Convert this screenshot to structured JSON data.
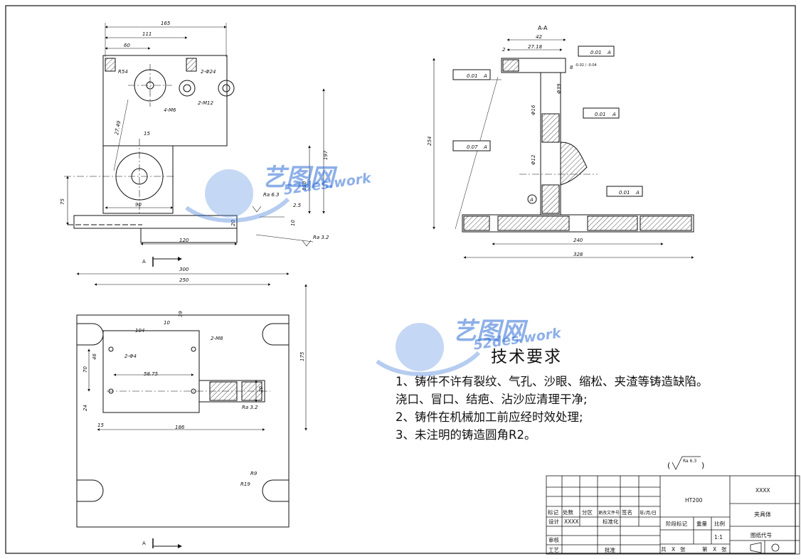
{
  "views": {
    "section_label": "A-A",
    "arrow_label_top": "A",
    "arrow_label_bottom": "A",
    "datum_label": "A"
  },
  "front_view_dims": {
    "d165": "165",
    "d111": "111",
    "d60": "60",
    "r54": "R54",
    "d2phi24": "2-Φ24",
    "d2m12": "2-M12",
    "d4m6": "4-M6",
    "d27p49": "27.49",
    "d15": "15",
    "d197": "197",
    "d120v": "120",
    "d75": "75",
    "d90": "90",
    "d120h": "120",
    "d20": "20",
    "d2p5": "2.5",
    "d10": "10",
    "ra63": "Ra 6.3",
    "ra32": "Ra 3.2"
  },
  "section_view_dims": {
    "d42": "42",
    "d27p18": "27.18",
    "d2": "2",
    "tol_a1": "0.01",
    "tol_a2": "0.01",
    "tol_a3": "0.01",
    "tol_a4": "0.07",
    "tol_a5": "0.01",
    "fit8": "8",
    "fit8_tol": "-0.02 / -0.04",
    "phi39": "Φ39",
    "phi16": "Φ16",
    "phi12": "Φ12",
    "d254": "254",
    "d240": "240",
    "d328": "328"
  },
  "plan_view_dims": {
    "d300": "300",
    "d250": "250",
    "d39": "39",
    "d104": "104",
    "d10": "10",
    "d2m8": "2-M8",
    "d2phi4": "2-Φ4",
    "d46": "46",
    "d70": "70",
    "d58p75": "58.75",
    "d175": "175",
    "d20": "20",
    "d24": "24",
    "d15": "15",
    "d186": "186",
    "ra32": "Ra 3.2",
    "r9": "R9",
    "r19": "R19"
  },
  "tech_requirements": {
    "title": "技术要求",
    "line1": "1、铸件不许有裂纹、气孔、沙眼、缩松、夹渣等铸造缺陷。",
    "line2": "浇口、冒口、结疤、沾沙应清理干净;",
    "line3": "2、铸件在机械加工前应经时效处理;",
    "line4": "3、未注明的铸造圆角R2。"
  },
  "surface_note": "Ra 6.3",
  "title_block": {
    "material": "HT200",
    "top_right": "XXXX",
    "part_name": "夹具体",
    "drawing_no_label": "图纸代号",
    "row_labels": [
      "标记",
      "处数",
      "分区",
      "更改文件号",
      "签名",
      "年/月/日"
    ],
    "design": "设计",
    "design_value": "XXXX",
    "standardize": "标准化",
    "check": "审核",
    "process": "工艺",
    "approve": "批准",
    "stage_mark": "阶段标记",
    "weight": "重量",
    "scale": "比例",
    "scale_value": "1:1",
    "total": "共",
    "sheets": "张",
    "page": "第",
    "x1": "X",
    "x2": "X"
  },
  "watermark": {
    "brand": "艺图网",
    "url": "52des.work"
  }
}
